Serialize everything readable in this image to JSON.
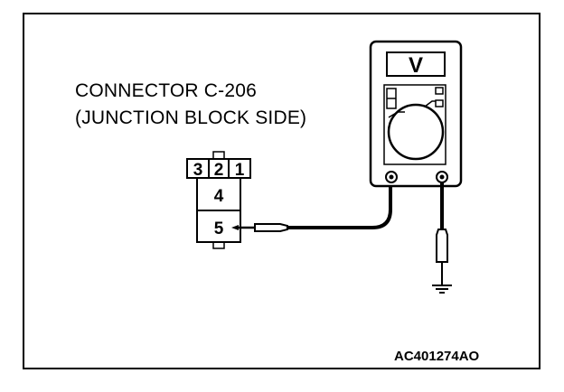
{
  "diagram": {
    "connector_label": "CONNECTOR C-206",
    "connector_side": "(JUNCTION BLOCK SIDE)",
    "figure_code": "AC401274AO",
    "meter_display": "V",
    "pins": {
      "p3": "3",
      "p2": "2",
      "p1": "1",
      "p4": "4",
      "p5": "5"
    }
  }
}
